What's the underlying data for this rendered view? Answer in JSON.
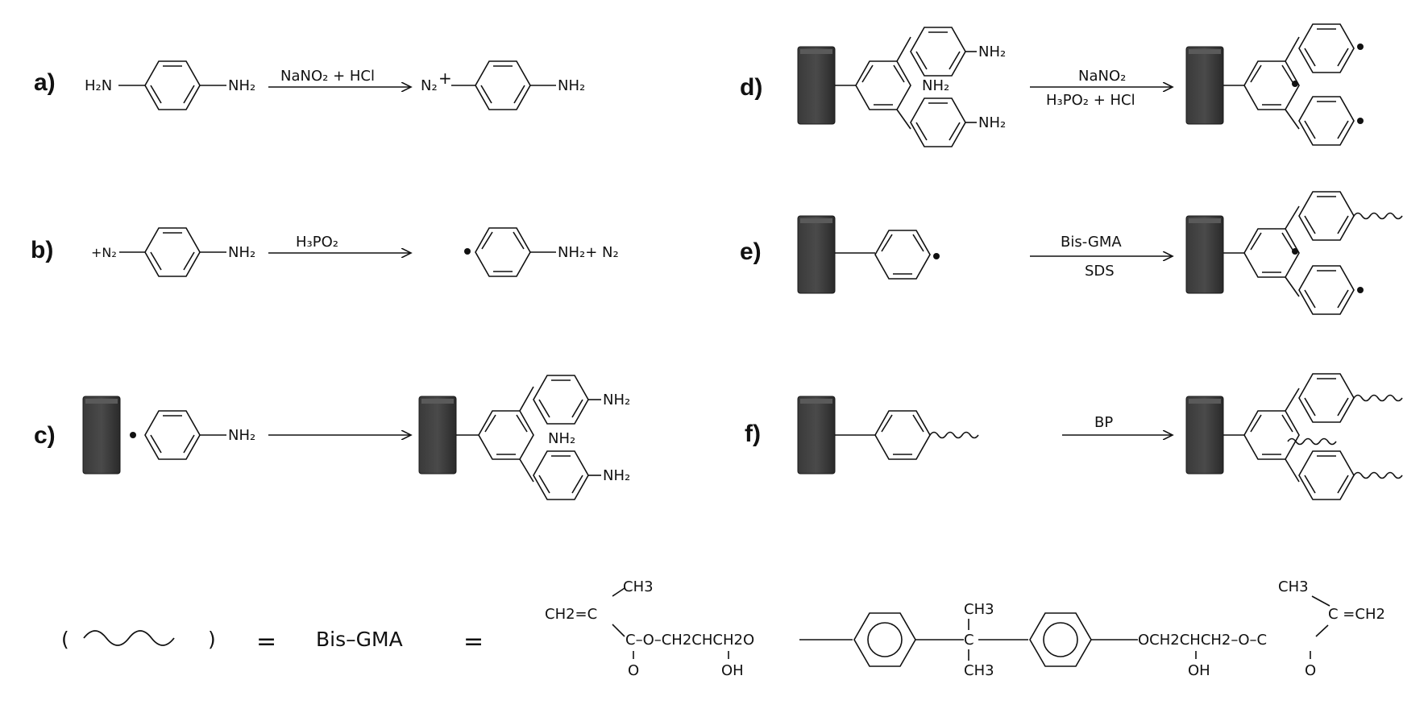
{
  "panels": {
    "a": {
      "label": "a)",
      "reactant_left": "H₂N",
      "reactant_right": "NH₂",
      "reagent": "NaNO₂ + HCl",
      "product_left": "N₂",
      "product_charge": "+",
      "product_right": "NH₂"
    },
    "b": {
      "label": "b)",
      "reactant_left": "+N₂",
      "reactant_right": "NH₂",
      "reagent": "H₃PO₂",
      "product_right": "NH₂+ N₂"
    },
    "c": {
      "label": "c)",
      "reactant_right": "NH₂",
      "product_top": "NH₂",
      "product_mid": "NH₂",
      "product_bottom": "NH₂"
    },
    "d": {
      "label": "d)",
      "reactant_top": "NH₂",
      "reactant_mid": "NH₂",
      "reactant_bottom": "NH₂",
      "reagent_top": "NaNO₂",
      "reagent_bottom": "H₃PO₂  + HCl"
    },
    "e": {
      "label": "e)",
      "reagent_top": "Bis-GMA",
      "reagent_bottom": "SDS"
    },
    "f": {
      "label": "f)",
      "reagent": "BP"
    }
  },
  "legend": {
    "paren_open": "(",
    "paren_close": ")",
    "equals1": "=",
    "name": "Bis–GMA",
    "equals2": "=",
    "formula": {
      "ch3_left": "CH3",
      "ch2c_left": "CH2=C",
      "ester_left": "C–O–CH2CHCH2O",
      "o_left": "O",
      "oh_left": "OH",
      "ch3_top": "CH3",
      "c_center": "C",
      "ch3_bottom": "CH3",
      "ether_right": "OCH2CHCH2–O–C",
      "oh_right": "OH",
      "o_right": "O",
      "ch3_right": "CH3",
      "cch2_right": "C =CH2"
    }
  }
}
